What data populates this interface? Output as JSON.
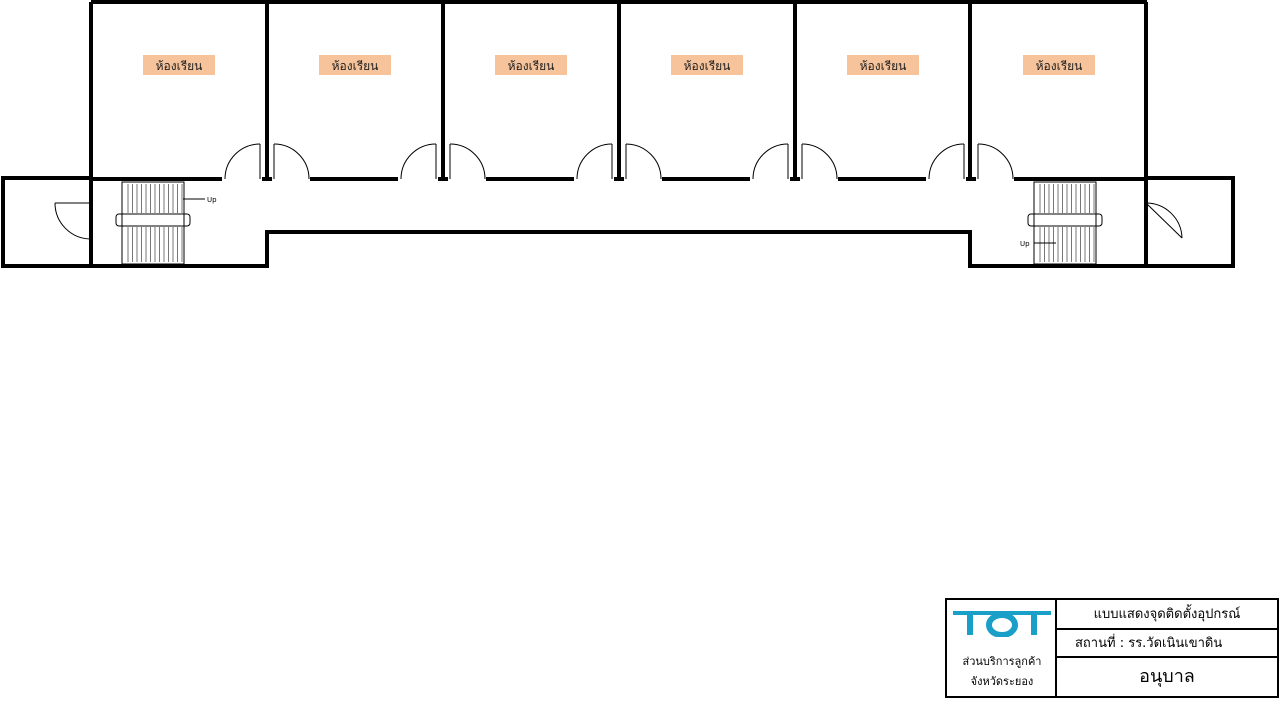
{
  "floor_plan": {
    "rooms": [
      {
        "label": "ห้องเรียน"
      },
      {
        "label": "ห้องเรียน"
      },
      {
        "label": "ห้องเรียน"
      },
      {
        "label": "ห้องเรียน"
      },
      {
        "label": "ห้องเรียน"
      },
      {
        "label": "ห้องเรียน"
      }
    ],
    "stairs": [
      {
        "up_label": "Up"
      },
      {
        "up_label": "Up"
      }
    ]
  },
  "title_block": {
    "logo_text": "TOT",
    "logo_color": "#1aa0c8",
    "department_line1": "ส่วนบริการลูกค้า",
    "department_line2": "จังหวัดระยอง",
    "drawing_title": "แบบแสดงจุดติดตั้งอุปกรณ์",
    "location": "สถานที่ : รร.วัดเนินเขาดิน",
    "floor_name": "อนุบาล"
  },
  "colors": {
    "room_label_bg": "#f7c39a",
    "wall": "#000000"
  }
}
